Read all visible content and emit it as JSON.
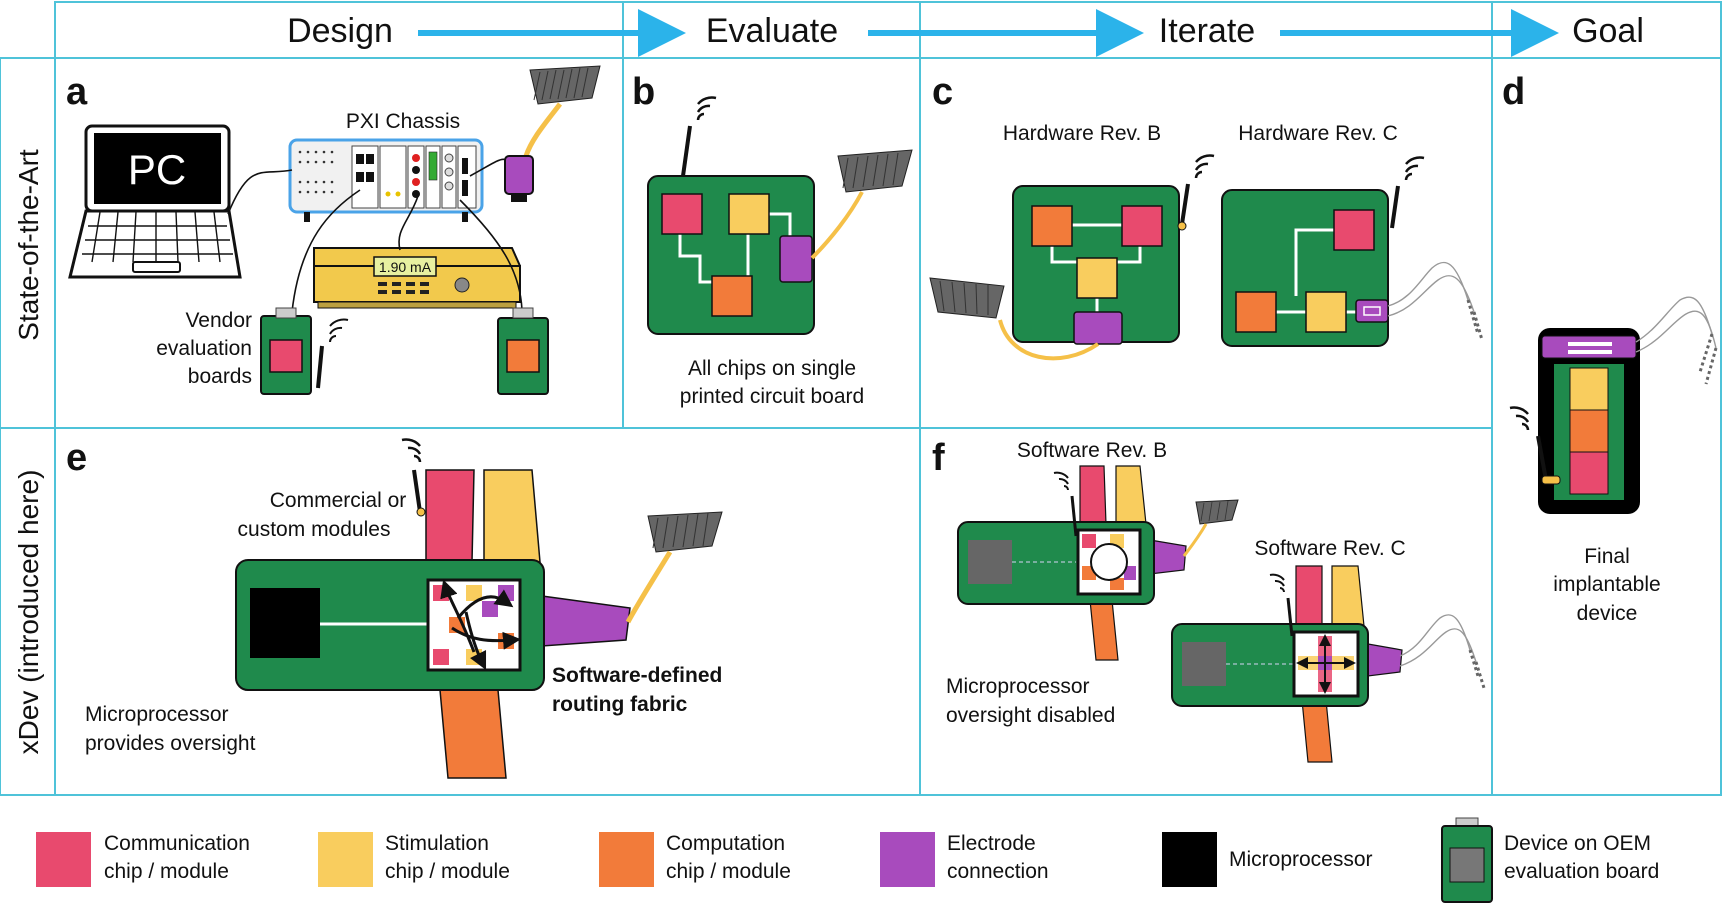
{
  "columns": {
    "design": "Design",
    "evaluate": "Evaluate",
    "iterate": "Iterate",
    "goal": "Goal"
  },
  "rows": {
    "state_of_the_art": "State-of-the-Art",
    "xdev": "xDev (introduced here)"
  },
  "panels": {
    "a": {
      "letter": "a",
      "pc_label": "PC",
      "pxi_label": "PXI Chassis",
      "meter_reading": "1.90 mA",
      "vendor_line1": "Vendor",
      "vendor_line2": "evaluation",
      "vendor_line3": "boards"
    },
    "b": {
      "letter": "b",
      "caption_line1": "All chips on single",
      "caption_line2": "printed circuit board"
    },
    "c": {
      "letter": "c",
      "rev_b": "Hardware Rev. B",
      "rev_c": "Hardware Rev. C"
    },
    "d": {
      "letter": "d",
      "caption_line1": "Final",
      "caption_line2": "implantable",
      "caption_line3": "device"
    },
    "e": {
      "letter": "e",
      "modules_line1": "Commercial or",
      "modules_line2": "custom modules",
      "micro_line1": "Microprocessor",
      "micro_line2": "provides oversight",
      "fabric_line1": "Software-defined",
      "fabric_line2": "routing fabric"
    },
    "f": {
      "letter": "f",
      "rev_b": "Software Rev. B",
      "rev_c": "Software Rev. C",
      "micro_line1": "Microprocessor",
      "micro_line2": "oversight disabled"
    }
  },
  "legend": [
    {
      "line1": "Communication",
      "line2": "chip / module",
      "color": "#e84a6e"
    },
    {
      "line1": "Stimulation",
      "line2": "chip / module",
      "color": "#f9cd5e"
    },
    {
      "line1": "Computation",
      "line2": "chip / module",
      "color": "#f27b3a"
    },
    {
      "line1": "Electrode",
      "line2": "connection",
      "color": "#a84bbd"
    },
    {
      "line1": "Microprocessor",
      "line2": "",
      "color": "#000000"
    },
    {
      "line1": "Device on OEM",
      "line2": "evaluation board",
      "color": "#1f8a4c"
    }
  ],
  "colors": {
    "grid": "#4fc3d9",
    "arrow": "#2bb3ea",
    "board": "#1f8a4c",
    "communication": "#e84a6e",
    "stimulation": "#f9cd5e",
    "computation": "#f27b3a",
    "electrode": "#a84bbd",
    "lead": "#f5c048",
    "microprocessor": "#000000",
    "meter": "#f2c94c"
  }
}
